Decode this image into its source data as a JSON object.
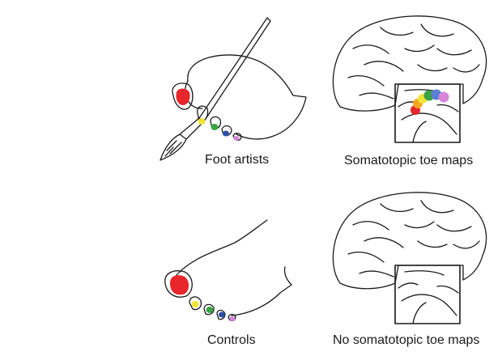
{
  "captions": {
    "foot_artists": "Foot artists",
    "somatotopic": "Somatotopic toe maps",
    "controls": "Controls",
    "no_somatotopic": "No somatotopic toe maps"
  },
  "colors": {
    "big_toe": "#e8262b",
    "second_toe": "#f0e63a",
    "third_toe": "#3aa345",
    "fourth_toe": "#2d4fa8",
    "fifth_toe": "#d884d8",
    "map_orange": "#f5a623",
    "map_blue": "#5a7fd6",
    "outline": "#1a1a1a"
  },
  "icons": [
    "foot-with-paintbrush-icon",
    "foot-icon",
    "brain-icon",
    "brain-inset-magnifier-icon"
  ]
}
